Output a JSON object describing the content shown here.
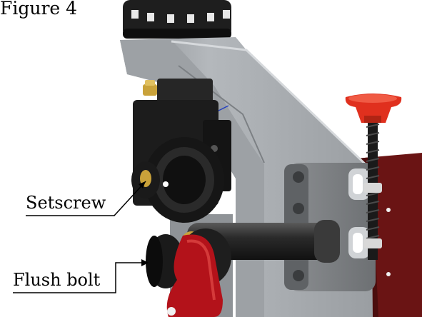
{
  "figure": {
    "caption": "Figure 4"
  },
  "callouts": {
    "setscrew": "Setscrew",
    "flush_bolt": "Flush bolt"
  },
  "colors": {
    "frame_gray": "#a9adb1",
    "frame_shadow": "#7e8286",
    "block_black": "#1c1c1c",
    "knob_red": "#e0301e",
    "lever_red": "#b3121a",
    "plate_maroon": "#6a1414",
    "brass": "#c9a23a",
    "leader_line": "#000000"
  },
  "icons": [
    "red-star-knob-icon",
    "threaded-rod-icon",
    "clamp-block-icon",
    "pulley-wheel-icon",
    "flush-bolt-knob-icon",
    "red-lever-icon"
  ]
}
